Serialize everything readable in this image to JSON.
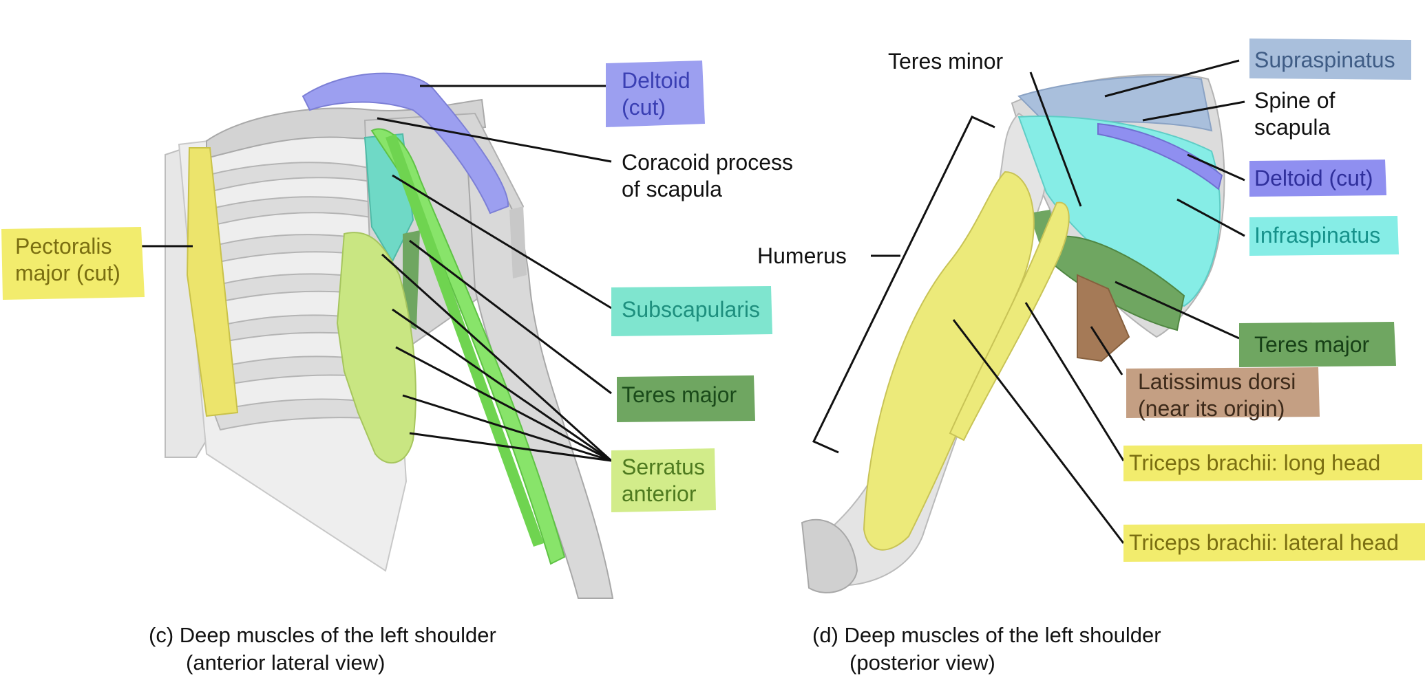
{
  "colors": {
    "yellow": "#f2ec6d",
    "light_green": "#d2ec8a",
    "bright_green": "#8ee86a",
    "dark_green": "#6fa661",
    "purple": "#8f8ff0",
    "cyan": "#86ede6",
    "teal": "#7fe5cf",
    "blue_gray": "#a9bfdc",
    "brown": "#c49f83"
  },
  "panel_c": {
    "labels": {
      "deltoid": [
        "Deltoid",
        "(cut)"
      ],
      "coracoid": [
        "Coracoid process",
        "of scapula"
      ],
      "pectoralis": [
        "Pectoralis",
        "major (cut)"
      ],
      "subscapularis": "Subscapularis",
      "teres_major": "Teres major",
      "serratus": [
        "Serratus",
        "anterior"
      ]
    },
    "caption": [
      "(c) Deep muscles of the left shoulder",
      "(anterior lateral view)"
    ]
  },
  "panel_d": {
    "labels": {
      "teres_minor": "Teres minor",
      "supraspinatus": "Supraspinatus",
      "spine": [
        "Spine of",
        "scapula"
      ],
      "deltoid": "Deltoid (cut)",
      "infraspinatus": "Infraspinatus",
      "humerus": "Humerus",
      "teres_major": "Teres major",
      "latissimus": [
        "Latissimus dorsi",
        "(near its origin)"
      ],
      "triceps_long": "Triceps brachii: long head",
      "triceps_lateral": "Triceps brachii: lateral head"
    },
    "caption": [
      "(d) Deep muscles of the left shoulder",
      "(posterior view)"
    ]
  }
}
